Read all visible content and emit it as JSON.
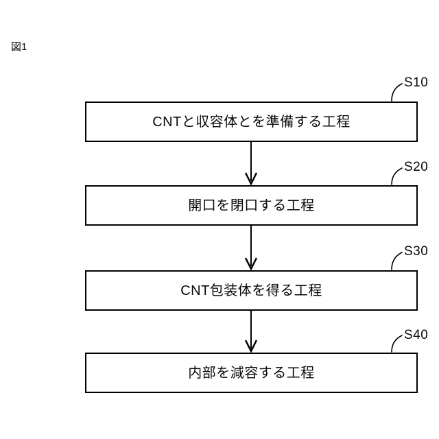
{
  "figure": {
    "label": "図1",
    "background_color": "#ffffff",
    "line_color": "#000000",
    "text_color": "#0a0a0a"
  },
  "flowchart": {
    "type": "vertical-process-flow",
    "orientation": "top-to-bottom",
    "steps": [
      {
        "tag": "S10",
        "text": "CNTと収容体とを準備する工程"
      },
      {
        "tag": "S20",
        "text": "開口を閉口する工程"
      },
      {
        "tag": "S30",
        "text": "CNT包装体を得る工程"
      },
      {
        "tag": "S40",
        "text": "内部を減容する工程"
      }
    ],
    "connectors": [
      {
        "from": "S10",
        "to": "S20",
        "style": "arrow-down"
      },
      {
        "from": "S20",
        "to": "S30",
        "style": "arrow-down"
      },
      {
        "from": "S30",
        "to": "S40",
        "style": "arrow-down"
      }
    ],
    "leaders": [
      {
        "tag": "S10",
        "style": "curved-leader-from-box-top-right"
      },
      {
        "tag": "S20",
        "style": "curved-leader-from-box-top-right"
      },
      {
        "tag": "S30",
        "style": "curved-leader-from-box-top-right"
      },
      {
        "tag": "S40",
        "style": "curved-leader-from-box-top-right"
      }
    ]
  }
}
